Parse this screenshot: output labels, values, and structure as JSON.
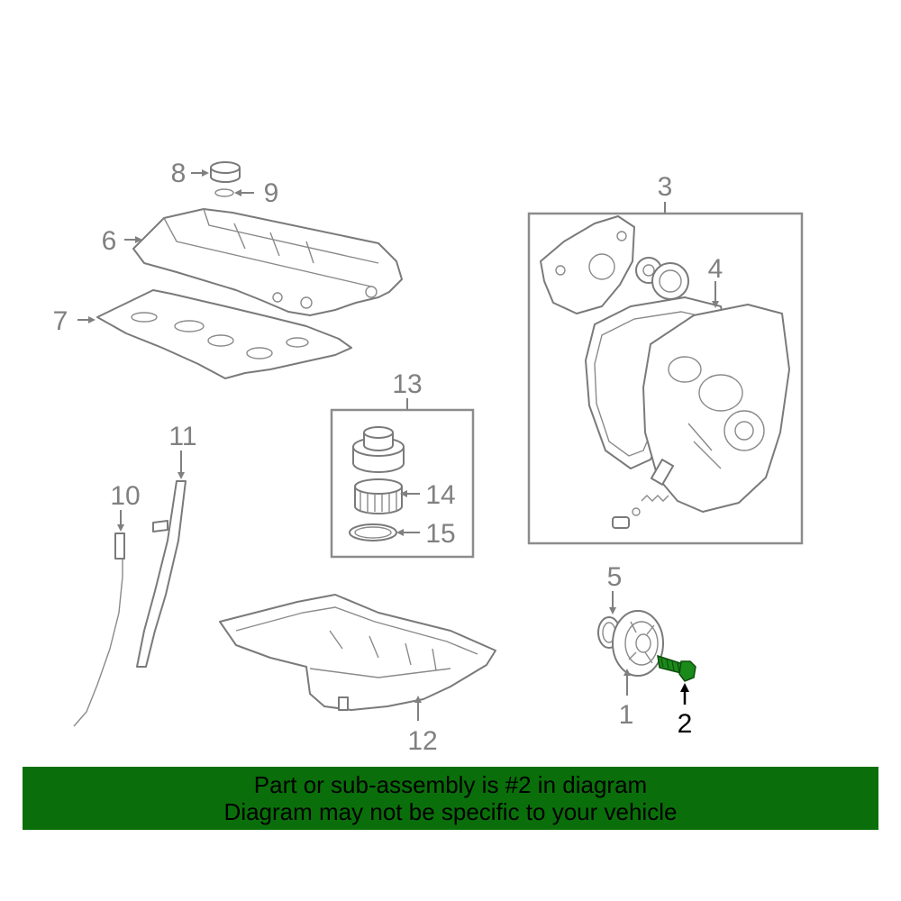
{
  "callouts": {
    "c1": "1",
    "c2": "2",
    "c3": "3",
    "c4": "4",
    "c5": "5",
    "c6": "6",
    "c7": "7",
    "c8": "8",
    "c9": "9",
    "c10": "10",
    "c11": "11",
    "c12": "12",
    "c13": "13",
    "c14": "14",
    "c15": "15"
  },
  "banner": {
    "line1": "Part or sub-assembly is #2 in diagram",
    "line2": "Diagram may not be specific to your vehicle"
  },
  "colors": {
    "banner_bg": "#0a6f0a",
    "highlight_part": "#1a8a1a",
    "line_art": "#808080"
  }
}
